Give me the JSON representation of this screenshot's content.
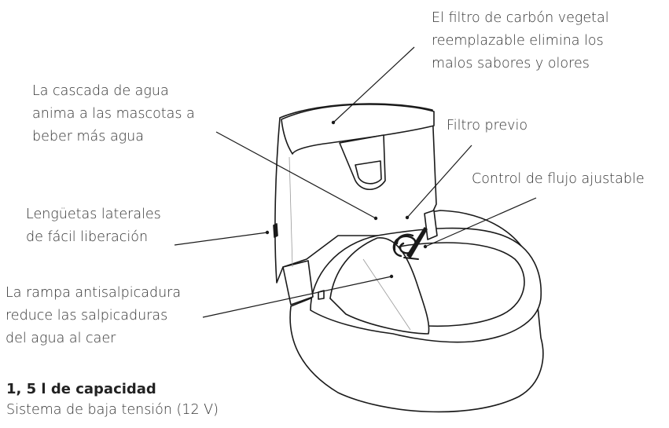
{
  "callouts": {
    "carbon_filter": [
      "El filtro de carbón vegetal",
      "reemplazable elimina los",
      "malos sabores y olores"
    ],
    "waterfall": [
      "La cascada de agua",
      "anima a las mascotas a",
      "beber más agua"
    ],
    "prefilter": [
      "Filtro previo"
    ],
    "flow_control": [
      "Control de flujo ajustable"
    ],
    "side_tabs": [
      "Lengüetas laterales",
      "de fácil liberación"
    ],
    "ramp": [
      "La rampa antisalpicadura",
      "reduce las salpicaduras",
      "del agua al caer"
    ]
  },
  "specs": {
    "capacity": "1, 5 l de capacidad",
    "voltage": "Sistema de baja tensión (12 V)"
  },
  "colors": {
    "line": "#1a1a1a",
    "text": "#333333",
    "fill": "#ffffff"
  }
}
